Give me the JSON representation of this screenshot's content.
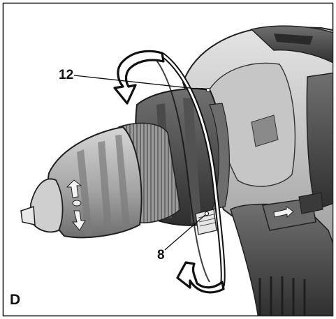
{
  "figure": {
    "panel_letter": "D",
    "callouts": [
      {
        "id": "12",
        "text": "12",
        "target": "collar"
      },
      {
        "id": "8",
        "text": "8",
        "target": "torque-ring-indicator"
      }
    ],
    "icons": [
      "rotation-arrow-clockwise-icon",
      "rotation-arrow-counterclockwise-icon",
      "forward-reverse-switch-arrow-icon"
    ],
    "colors": {
      "frame": "#222222",
      "body_light": "#cfcfcf",
      "body_mid": "#a9a9a9",
      "body_dark": "#5a5a5a",
      "rubber": "#3b3b3b",
      "arrow": "#1a1a1a"
    }
  }
}
